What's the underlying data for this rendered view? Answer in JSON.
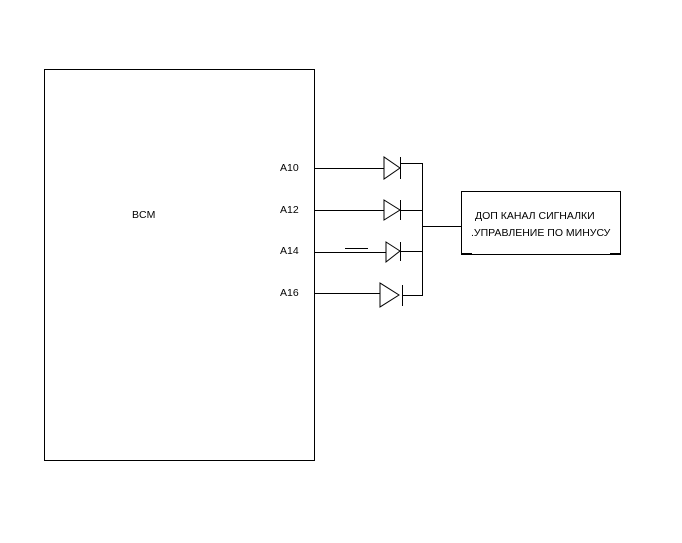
{
  "bcm": {
    "label": "BCM",
    "pins": [
      "A10",
      "A12",
      "A14",
      "A16"
    ]
  },
  "target": {
    "line1": "ДОП КАНАЛ СИГНАЛКИ",
    "line2": ".УПРАВЛЕНИЕ ПО МИНУСУ"
  }
}
